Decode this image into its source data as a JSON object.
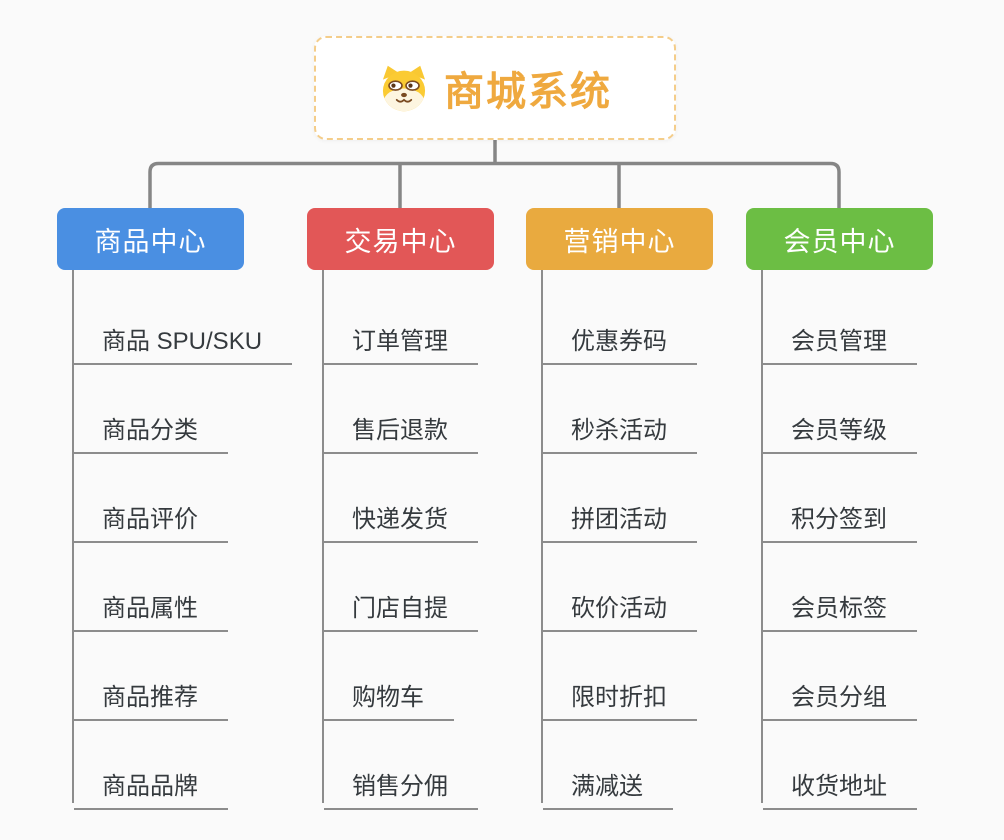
{
  "root": {
    "title": "商城系统",
    "title_color": "#efa93f",
    "border_color": "#f4cd8a",
    "icon": "dog-face-icon"
  },
  "branches": [
    {
      "label": "商品中心",
      "color": "#4a8fe2",
      "children": [
        "商品 SPU/SKU",
        "商品分类",
        "商品评价",
        "商品属性",
        "商品推荐",
        "商品品牌"
      ]
    },
    {
      "label": "交易中心",
      "color": "#e25757",
      "children": [
        "订单管理",
        "售后退款",
        "快递发货",
        "门店自提",
        "购物车",
        "销售分佣"
      ]
    },
    {
      "label": "营销中心",
      "color": "#e9aa3f",
      "children": [
        "优惠券码",
        "秒杀活动",
        "拼团活动",
        "砍价活动",
        "限时折扣",
        "满减送"
      ]
    },
    {
      "label": "会员中心",
      "color": "#6cbe44",
      "children": [
        "会员管理",
        "会员等级",
        "积分签到",
        "会员标签",
        "会员分组",
        "收货地址"
      ]
    }
  ],
  "line_color": "#868686",
  "leaf_text_color": "#353a3e",
  "background_color": "#fafafa"
}
